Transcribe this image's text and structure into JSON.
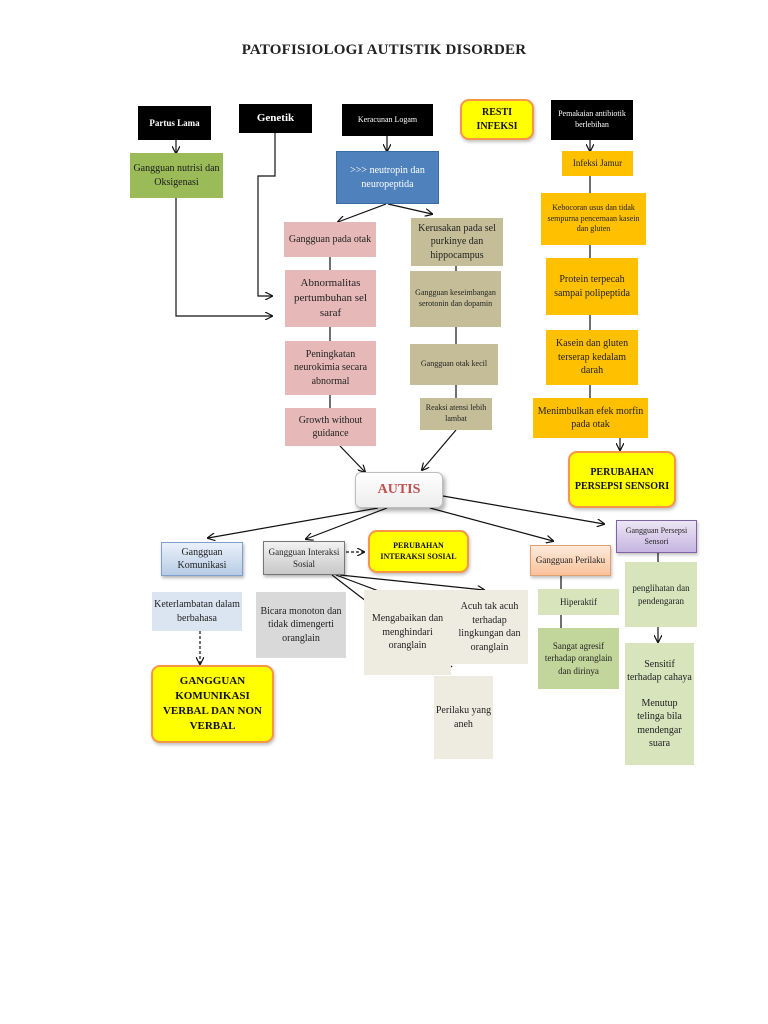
{
  "title": "PATOFISIOLOGI AUTISTIK DISORDER",
  "nodes": {
    "partus_lama": "Partus Lama",
    "genetik": "Genetik",
    "keracunan_logam": "Keracunan Logam",
    "resti_infeksi": "RESTI INFEKSI",
    "pemakaian_antibiotik": "Pemakaian antibiotik berlebihan",
    "gangguan_nutrisi": "Gangguan nutrisi dan Oksigenasi",
    "neutropin": ">>> neutropin dan neuropeptida",
    "infeksi_jamur": "Infeksi Jamur",
    "gangguan_otak": "Gangguan pada otak",
    "kerusakan_purkinye": "Kerusakan pada sel purkinye dan hippocampus",
    "kebocoran_usus": "Kebocoran usus dan tidak sempurna pencernaan kasein dan gluten",
    "abnormalitas": "Abnormalitas pertumbuhan sel saraf",
    "keseimbangan_serotonin": "Gangguan keseimbangan serotonin dan dopamin",
    "protein_terpecah": "Protein terpecah sampai polipeptida",
    "peningkatan_neurokimia": "Peningkatan neurokimia secara abnormal",
    "otak_kecil": "Gangguan otak kecil",
    "kasein_gluten": "Kasein dan gluten terserap kedalam darah",
    "growth": "Growth without guidance",
    "reaksi_atensi": "Reaksi atensi lebih lambat",
    "efek_morfin": "Menimbulkan efek morfin pada otak",
    "perubahan_persepsi": "PERUBAHAN PERSEPSI SENSORI",
    "autis": "AUTIS",
    "gangguan_komunikasi": "Gangguan Komunikasi",
    "gangguan_interaksi": "Gangguan Interaksi Sosial",
    "perubahan_interaksi": "PERUBAHAN INTERAKSI SOSIAL",
    "gangguan_perilaku": "Gangguan Perilaku",
    "gangguan_persepsi": "Gangguan Persepsi Sensori",
    "keterlambatan": "Keterlambatan dalam berbahasa",
    "bicara_monoton": "Bicara monoton dan tidak dimengerti oranglain",
    "mengabaikan": "Mengabaikan dan menghindari oranglain",
    "acuh": "Acuh tak acuh terhadap lingkungan dan oranglain",
    "hiperaktif": "Hiperaktif",
    "penglihatan": "penglihatan dan pendengaran",
    "sangat_agresif": "Sangat agresif terhadap oranglain dan dirinya",
    "sensitif": "Sensitif terhadap cahaya",
    "menutup_telinga": "Menutup telinga bila mendengar suara",
    "gangguan_komunikasi_verbal": "GANGGUAN KOMUNIKASI VERBAL DAN NON VERBAL",
    "perilaku_aneh": "Perilaku yang aneh"
  },
  "colors": {
    "black": "#000000",
    "green": "#9bbb59",
    "blue": "#4f81bd",
    "pink": "#e6b9b8",
    "tan": "#c4bd97",
    "orange": "#ffc000",
    "yellow": "#ffff00",
    "border_orange": "#f79646"
  }
}
